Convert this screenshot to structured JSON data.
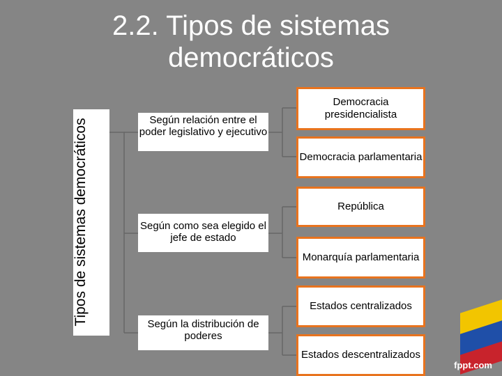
{
  "slide": {
    "title": "2.2. Tipos de sistemas democráticos"
  },
  "diagram": {
    "root": "Tipos de sistemas democráticos",
    "branches": [
      {
        "label": "Según relación entre el poder legislativo y ejecutivo",
        "leaves": [
          "Democracia presidencialista",
          "Democracia parlamentaria"
        ]
      },
      {
        "label": "Según como sea elegido el jefe de estado",
        "leaves": [
          "República",
          "Monarquía parlamentaria"
        ]
      },
      {
        "label": "Según la distribución de poderes",
        "leaves": [
          "Estados centralizados",
          "Estados descentralizados"
        ]
      }
    ]
  },
  "branding": {
    "logo_text": "fppt.com"
  },
  "colors": {
    "background": "#858585",
    "box_border": "#e8731e",
    "connector": "#666666"
  }
}
